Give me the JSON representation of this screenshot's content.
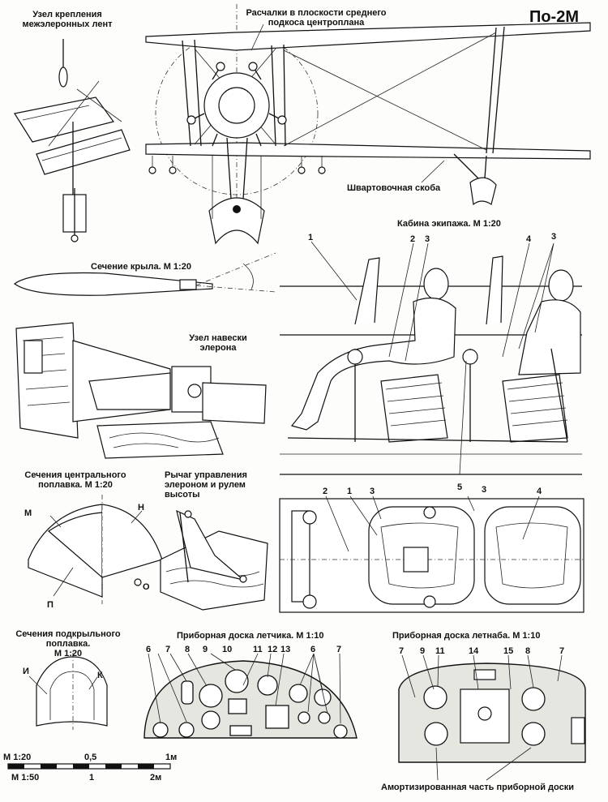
{
  "title": "По-2М",
  "labels": {
    "interplane_node": "Узел крепления\nмежэлеронных лент",
    "bracing": "Расчалки в плоскости среднего\nподкоса центроплана",
    "mooring": "Швартовочная скоба",
    "cockpit": "Кабина экипажа. М 1:20",
    "wing_section": "Сечение крыла. М 1:20",
    "aileron_hinge": "Узел навески\nэлерона",
    "central_float": "Сечения центрального\nпоплавка. М 1:20",
    "control_lever": "Рычаг управления\nэлероном и рулем\nвысоты",
    "wing_float": "Сечения подкрыльного\nпоплавка.\nМ 1:20",
    "pilot_panel": "Приборная доска летчика. М 1:10",
    "observer_panel": "Приборная доска летнаба. М 1:10",
    "damped_part": "Амортизированная часть приборной доски"
  },
  "float_letters": {
    "m": "М",
    "n": "Н",
    "o": "О",
    "p": "П",
    "i": "И",
    "k": "К"
  },
  "cockpit_callouts": [
    "1",
    "2",
    "3",
    "4",
    "3",
    "5"
  ],
  "plan_callouts": [
    "2",
    "1",
    "3",
    "3",
    "4"
  ],
  "pilot_panel_callouts": [
    "6",
    "7",
    "8",
    "9",
    "10",
    "11",
    "12",
    "13",
    "6",
    "7"
  ],
  "observer_panel_callouts": [
    "7",
    "9",
    "11",
    "14",
    "15",
    "8",
    "7"
  ],
  "scale": {
    "row1_label": "М 1:20",
    "row1_mid": "0,5",
    "row1_end": "1м",
    "row2_label": "М 1:50",
    "row2_mid": "1",
    "row2_end": "2м"
  }
}
